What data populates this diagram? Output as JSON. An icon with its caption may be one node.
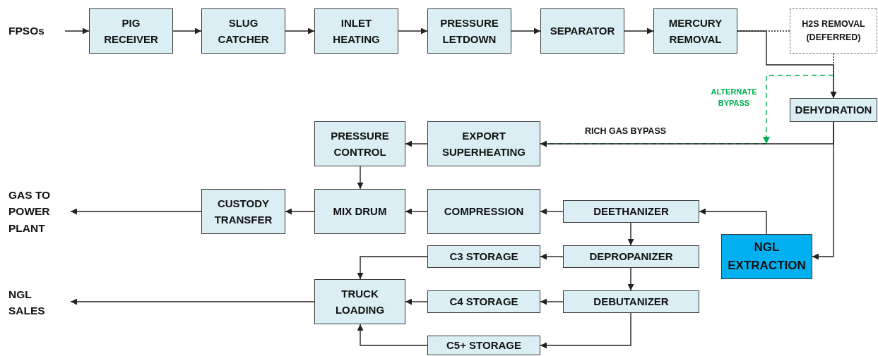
{
  "diagram": {
    "nodes": [
      {
        "text": [
          "FPSOs"
        ]
      },
      {
        "text": [
          "PIG RECEIVER"
        ]
      },
      {
        "text": [
          "SLUG CATCHER"
        ]
      },
      {
        "text": [
          "INLET HEATING"
        ]
      },
      {
        "text": [
          "PRESSURE LETDOWN"
        ]
      },
      {
        "text": [
          "SEPARATOR"
        ]
      },
      {
        "text": [
          "MERCURY REMOVAL"
        ]
      },
      {
        "text": [
          "H2S REMOVAL (DEFERRED)"
        ]
      },
      {
        "text": [
          "DEHYDRATION"
        ]
      },
      {
        "text": [
          "PRESSURE CONTROL"
        ]
      },
      {
        "text": [
          "EXPORT SUPERHEATING"
        ]
      },
      {
        "text": [
          "GAS TO POWER PLANT"
        ]
      },
      {
        "text": [
          "CUSTODY TRANSFER"
        ]
      },
      {
        "text": [
          "MIX DRUM"
        ]
      },
      {
        "text": [
          "COMPRESSION"
        ]
      },
      {
        "text": [
          "DEETHANIZER"
        ]
      },
      {
        "text": [
          "NGL EXTRACTION"
        ]
      },
      {
        "text": [
          "C3 STORAGE"
        ]
      },
      {
        "text": [
          "DEPROPANIZER"
        ]
      },
      {
        "text": [
          "NGL SALES"
        ]
      },
      {
        "text": [
          "TRUCK LOADING"
        ]
      },
      {
        "text": [
          "C4 STORAGE"
        ]
      },
      {
        "text": [
          "DEBUTANIZER"
        ]
      },
      {
        "text": [
          "C5+ STORAGE"
        ]
      }
    ],
    "edges": [
      {
        "from": 0,
        "to": 1,
        "arrow": "to"
      },
      {
        "from": 1,
        "to": 2,
        "arrow": "to"
      },
      {
        "from": 2,
        "to": 3,
        "arrow": "to"
      },
      {
        "from": 3,
        "to": 4,
        "arrow": "to"
      },
      {
        "from": 4,
        "to": 5,
        "arrow": "to"
      },
      {
        "from": 5,
        "to": 6,
        "arrow": "to"
      },
      {
        "from": 6,
        "to": 7,
        "arrow": "none",
        "style": "dashed"
      },
      {
        "from": 7,
        "to": 8,
        "arrow": "to",
        "style": "dashed"
      },
      {
        "from": 6,
        "to": 8,
        "arrow": "to"
      },
      {
        "from": null,
        "to": 10,
        "arrow": "to",
        "style": "dashed",
        "color": "#00b050"
      },
      {
        "from": 8,
        "to": 10,
        "arrow": "to",
        "label": "RICH GAS BYPASS"
      },
      {
        "from": 8,
        "to": 16,
        "arrow": "to"
      },
      {
        "from": 10,
        "to": 9,
        "arrow": "to"
      },
      {
        "from": 9,
        "to": 13,
        "arrow": "to"
      },
      {
        "from": 16,
        "to": 15,
        "arrow": "to"
      },
      {
        "from": 15,
        "to": 14,
        "arrow": "to"
      },
      {
        "from": 14,
        "to": 13,
        "arrow": "to"
      },
      {
        "from": 13,
        "to": 12,
        "arrow": "to"
      },
      {
        "from": 12,
        "to": 11,
        "arrow": "to"
      },
      {
        "from": 15,
        "to": 18,
        "arrow": "to"
      },
      {
        "from": 18,
        "to": 17,
        "arrow": "to"
      },
      {
        "from": 18,
        "to": 22,
        "arrow": "to"
      },
      {
        "from": 22,
        "to": 21,
        "arrow": "to"
      },
      {
        "from": 22,
        "to": 23,
        "arrow": "to"
      },
      {
        "from": 17,
        "to": 20,
        "arrow": "to"
      },
      {
        "from": 21,
        "to": 20,
        "arrow": "to"
      },
      {
        "from": 23,
        "to": 20,
        "arrow": "to"
      },
      {
        "from": 20,
        "to": 19,
        "arrow": "to"
      }
    ],
    "labels": [
      "ALTERNATE BYPASS"
    ]
  }
}
